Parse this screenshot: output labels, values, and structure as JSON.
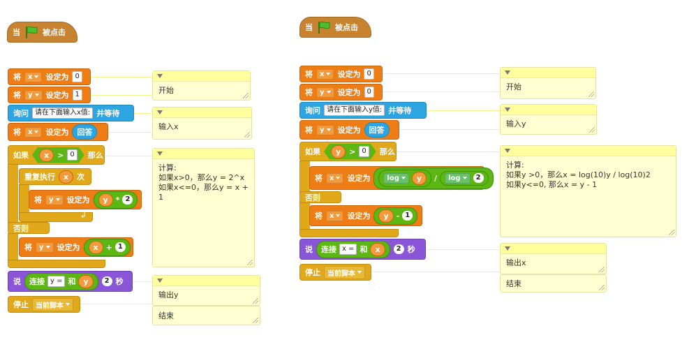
{
  "left": {
    "hat": {
      "when": "当",
      "clicked": "被点击"
    },
    "set_x": {
      "prefix": "将",
      "var": "x",
      "label": "设定为",
      "value": "0"
    },
    "set_y": {
      "prefix": "将",
      "var": "y",
      "label": "设定为",
      "value": "1"
    },
    "ask": {
      "label": "询问",
      "question": "请在下面输入x值:",
      "wait": "并等待"
    },
    "set_x_answer": {
      "prefix": "将",
      "var": "x",
      "label": "设定为",
      "answer": "回答"
    },
    "if": {
      "label": "如果",
      "var": "x",
      "op": ">",
      "value": "0",
      "then": "那么"
    },
    "repeat": {
      "label": "重复执行",
      "var": "x",
      "times": "次"
    },
    "set_y_mul": {
      "prefix": "将",
      "var": "y",
      "label": "设定为",
      "var2": "y",
      "op": "*",
      "value": "2"
    },
    "else": {
      "label": "否则"
    },
    "set_y_add": {
      "prefix": "将",
      "var": "y",
      "label": "设定为",
      "var2": "x",
      "op": "+",
      "value": "1"
    },
    "say": {
      "label": "说",
      "join": "连接",
      "text": "y =",
      "and": "和",
      "var": "y",
      "secs": "2",
      "sec": "秒"
    },
    "stop": {
      "label": "停止",
      "option": "当前脚本"
    },
    "notes": {
      "start": "开始",
      "input": "输入x",
      "calc": "计算:\n如果x>0，那么y = 2^x\n如果x<=0，那么y = x + 1",
      "output": "输出y",
      "end": "结束"
    }
  },
  "right": {
    "hat": {
      "when": "当",
      "clicked": "被点击"
    },
    "set_x": {
      "prefix": "将",
      "var": "x",
      "label": "设定为",
      "value": "0"
    },
    "set_y": {
      "prefix": "将",
      "var": "y",
      "label": "设定为",
      "value": "0"
    },
    "ask": {
      "label": "询问",
      "question": "请在下面输入y值:",
      "wait": "并等待"
    },
    "set_y_answer": {
      "prefix": "将",
      "var": "y",
      "label": "设定为",
      "answer": "回答"
    },
    "if": {
      "label": "如果",
      "var": "y",
      "op": ">",
      "value": "0",
      "then": "那么"
    },
    "set_x_log": {
      "prefix": "将",
      "var": "x",
      "label": "设定为",
      "fn1": "log",
      "arg1": "y",
      "div": "/",
      "fn2": "log",
      "arg2": "2"
    },
    "else": {
      "label": "否则"
    },
    "set_x_sub": {
      "prefix": "将",
      "var": "x",
      "label": "设定为",
      "var2": "y",
      "op": "-",
      "value": "1"
    },
    "say": {
      "label": "说",
      "join": "连接",
      "text": "x =",
      "and": "和",
      "var": "x",
      "secs": "2",
      "sec": "秒"
    },
    "stop": {
      "label": "停止",
      "option": "当前脚本"
    },
    "notes": {
      "start": "开始",
      "input": "输入y",
      "calc": "计算:\n如果y >0，那么x =  log(10)y / log(10)2\n如果y<=0, 那么x = y - 1",
      "output": "输出x",
      "end": "结束"
    }
  },
  "colors": {
    "event": "#c88330",
    "data": "#ee7d16",
    "control": "#e1a91a",
    "sensing": "#2ca5e2",
    "looks": "#8a55d7",
    "operator": "#5cb712",
    "note": "#ffffd2"
  }
}
